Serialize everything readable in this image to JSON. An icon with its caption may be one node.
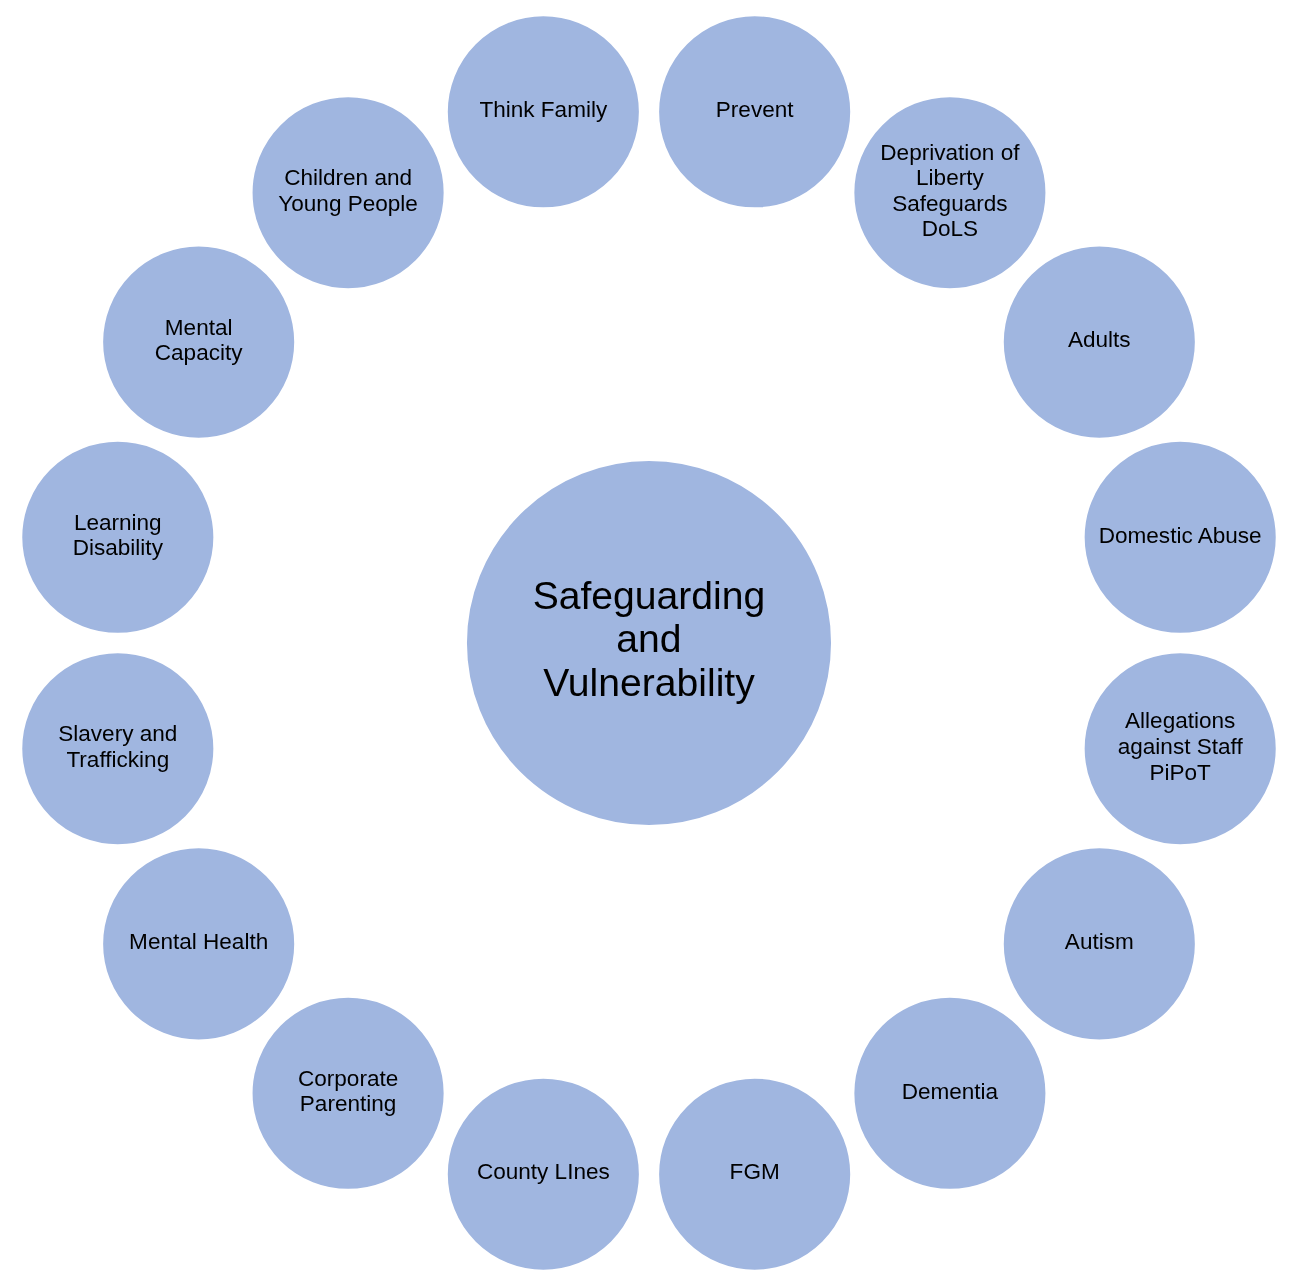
{
  "diagram": {
    "nodes": [
      {
        "text": [
          "Safeguarding and Vulnerability"
        ]
      },
      {
        "text": [
          "Domestic Abuse"
        ]
      },
      {
        "text": [
          "Adults"
        ]
      },
      {
        "text": [
          "Deprivation of Liberty Safeguards",
          "DoLS"
        ]
      },
      {
        "text": [
          "Prevent"
        ]
      },
      {
        "text": [
          "Think Family"
        ]
      },
      {
        "text": [
          "Children and Young People"
        ]
      },
      {
        "text": [
          "Mental Capacity"
        ]
      },
      {
        "text": [
          "Learning Disability"
        ]
      },
      {
        "text": [
          "Slavery and Trafficking"
        ]
      },
      {
        "text": [
          "Mental Health"
        ]
      },
      {
        "text": [
          "Corporate Parenting"
        ]
      },
      {
        "text": [
          "County LInes"
        ]
      },
      {
        "text": [
          "FGM"
        ]
      },
      {
        "text": [
          "Dementia"
        ]
      },
      {
        "text": [
          "Autism"
        ]
      },
      {
        "text": [
          "Allegations against Staff",
          "PiPoT"
        ]
      }
    ]
  }
}
